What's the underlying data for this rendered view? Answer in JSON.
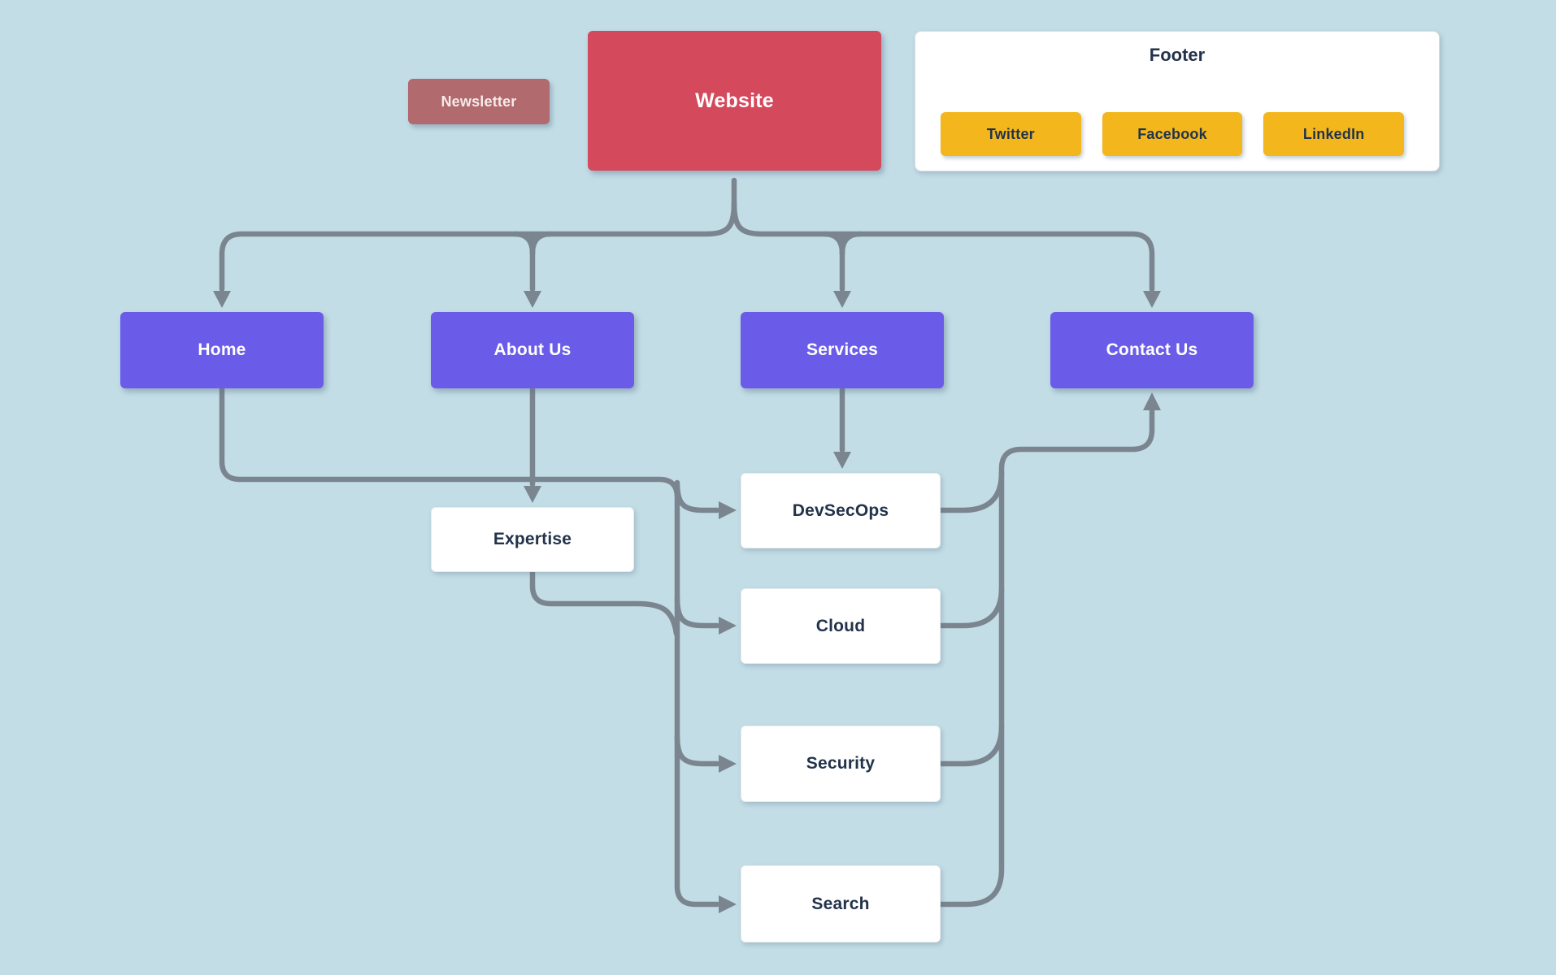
{
  "diagram_type": "website-sitemap-flowchart",
  "nodes": {
    "newsletter": {
      "label": "Newsletter",
      "color": "#B16A6E",
      "text_color": "#FFFFFF"
    },
    "website": {
      "label": "Website",
      "color": "#D4495C",
      "text_color": "#FFFFFF"
    },
    "home": {
      "label": "Home",
      "color": "#6A5CE8",
      "text_color": "#FFFFFF"
    },
    "about": {
      "label": "About Us",
      "color": "#6A5CE8",
      "text_color": "#FFFFFF"
    },
    "services": {
      "label": "Services",
      "color": "#6A5CE8",
      "text_color": "#FFFFFF"
    },
    "contact": {
      "label": "Contact Us",
      "color": "#6A5CE8",
      "text_color": "#FFFFFF"
    },
    "expertise": {
      "label": "Expertise",
      "color": "#FFFFFF",
      "text_color": "#22334A"
    },
    "devsecops": {
      "label": "DevSecOps",
      "color": "#FFFFFF",
      "text_color": "#22334A"
    },
    "cloud": {
      "label": "Cloud",
      "color": "#FFFFFF",
      "text_color": "#22334A"
    },
    "security": {
      "label": "Security",
      "color": "#FFFFFF",
      "text_color": "#22334A"
    },
    "search": {
      "label": "Search",
      "color": "#FFFFFF",
      "text_color": "#22334A"
    }
  },
  "footer": {
    "title": "Footer",
    "buttons": [
      {
        "label": "Twitter"
      },
      {
        "label": "Facebook"
      },
      {
        "label": "LinkedIn"
      }
    ],
    "button_color": "#F3B71D",
    "card_color": "#FFFFFF"
  },
  "edges": [
    {
      "from": "Website",
      "to": "Home"
    },
    {
      "from": "Website",
      "to": "About Us"
    },
    {
      "from": "Website",
      "to": "Services"
    },
    {
      "from": "Website",
      "to": "Contact Us"
    },
    {
      "from": "About Us",
      "to": "Expertise"
    },
    {
      "from": "Services",
      "to": "DevSecOps"
    },
    {
      "from": "Home",
      "to": "DevSecOps"
    },
    {
      "from": "Home",
      "to": "Cloud"
    },
    {
      "from": "Home",
      "to": "Security"
    },
    {
      "from": "Home",
      "to": "Search"
    },
    {
      "from": "Expertise",
      "to": "Cloud"
    },
    {
      "from": "Expertise",
      "to": "Security"
    },
    {
      "from": "Expertise",
      "to": "Search"
    },
    {
      "from": "DevSecOps",
      "to": "Contact Us"
    },
    {
      "from": "Cloud",
      "to": "Contact Us"
    },
    {
      "from": "Security",
      "to": "Contact Us"
    },
    {
      "from": "Search",
      "to": "Contact Us"
    }
  ],
  "colors": {
    "background": "#C2DDE6",
    "connector": "#7A858F",
    "purple_node": "#6A5CE8",
    "red_node": "#D4495C",
    "rose_node": "#B16A6E",
    "yellow_button": "#F3B71D",
    "dark_text": "#22334A"
  }
}
